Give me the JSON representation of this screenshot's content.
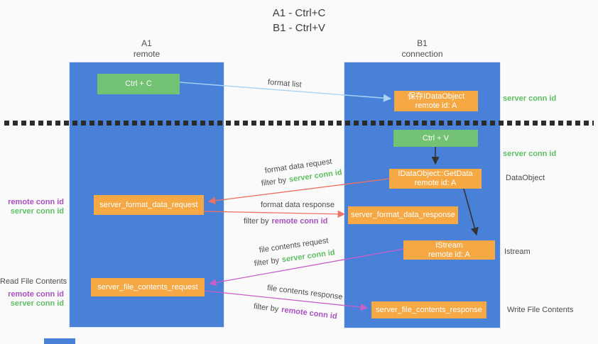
{
  "title": {
    "line1": "A1 - Ctrl+C",
    "line2": "B1 - Ctrl+V"
  },
  "lifelines": {
    "left": {
      "name": "A1",
      "role": "remote"
    },
    "right": {
      "name": "B1",
      "role": "connection"
    }
  },
  "nodes": {
    "ctrl_c": "Ctrl + C",
    "save_idataobject": {
      "title": "保存IDataObject",
      "subtitle": "remote id: A"
    },
    "ctrl_v": "Ctrl + V",
    "getdata": {
      "title": "IDataObject::GetData",
      "subtitle": "remote id: A"
    },
    "format_request": "server_format_data_request",
    "format_response": "server_format_data_response",
    "istream": {
      "title": "IStream",
      "subtitle": "remote id: A"
    },
    "file_request": "server_file_contents_request",
    "file_response": "server_file_contents_response"
  },
  "edge_labels": {
    "format_list": "format list",
    "format_data_request": "format data request",
    "format_data_response": "format data response",
    "file_contents_request": "file contents request",
    "file_contents_response": "file contents response",
    "filter_by": "filter by",
    "server_conn_id": "server conn id",
    "remote_conn_id": "remote conn id"
  },
  "side_labels": {
    "server_conn_id": "server conn id",
    "remote_conn_id": "remote conn id",
    "dataobject": "DataObject",
    "istream": "Istream",
    "read_file_contents": "Read File Contents",
    "write_file_contents": "Write File Contents"
  },
  "colors": {
    "lifeline-blue": "#4a81d8",
    "box-green": "#74c274",
    "box-orange": "#f6a845",
    "arrow-salmon": "#ee7263",
    "arrow-magenta": "#c95fc9",
    "arrow-blue": "#a9d4f2",
    "arrow-black": "#333333",
    "text-green": "#5fbf63",
    "text-purple": "#a94fc0",
    "text-dark": "#4d4d4d"
  }
}
